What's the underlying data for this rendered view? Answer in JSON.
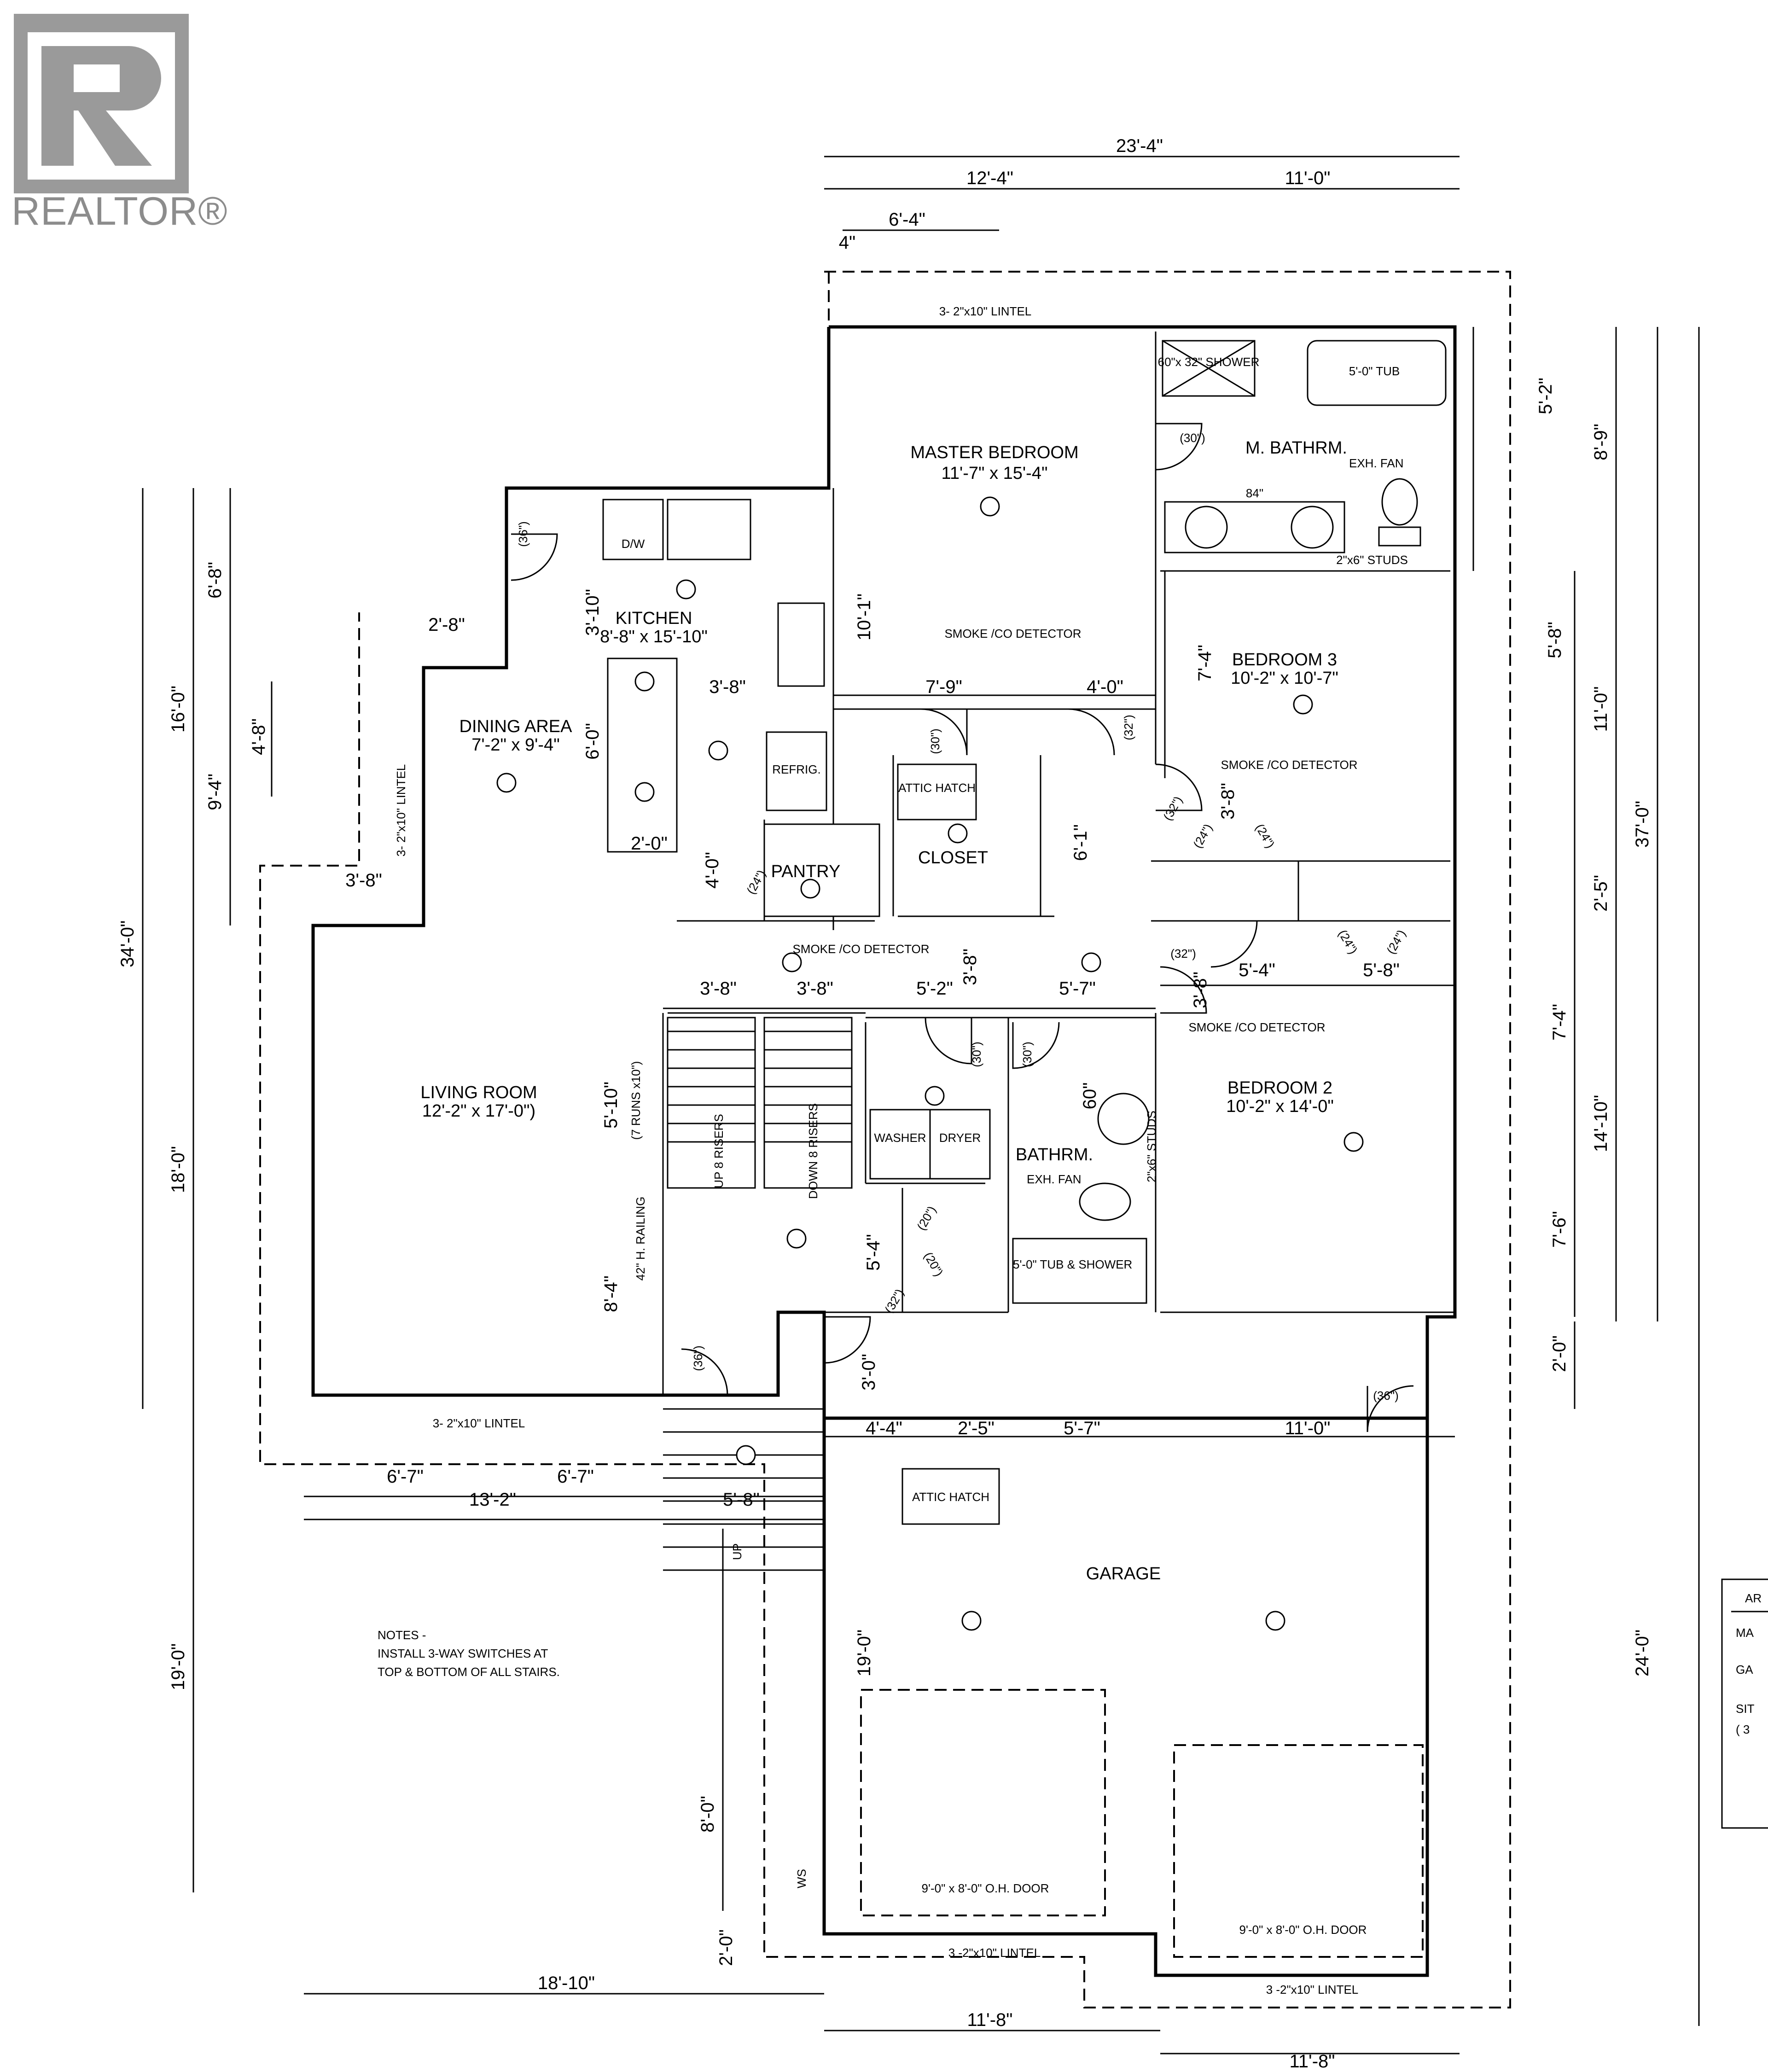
{
  "logo": {
    "text": "REALTOR®"
  },
  "rooms": {
    "master_bedroom": {
      "name": "MASTER BEDROOM",
      "size": "11'-7\" x 15'-4\""
    },
    "m_bathroom": {
      "name": "M. BATHRM."
    },
    "kitchen": {
      "name": "KITCHEN",
      "size": "8'-8\" x 15'-10\""
    },
    "dining": {
      "name": "DINING AREA",
      "size": "7'-2\" x 9'-4\""
    },
    "bedroom3": {
      "name": "BEDROOM 3",
      "size": "10'-2\" x 10'-7\""
    },
    "bedroom2": {
      "name": "BEDROOM 2",
      "size": "10'-2\" x 14'-0\""
    },
    "living": {
      "name": "LIVING ROOM",
      "size": "12'-2\" x 17'-0\")"
    },
    "bathroom": {
      "name": "BATHRM."
    },
    "closet": {
      "name": "CLOSET"
    },
    "pantry": {
      "name": "PANTRY"
    },
    "garage": {
      "name": "GARAGE"
    }
  },
  "fixtures": {
    "shower": "60\"x 32\" SHOWER",
    "tub": "5'-0\" TUB",
    "tub_shower": "5'-0\" TUB & SHOWER",
    "dw": "D/W",
    "refrig": "REFRIG.",
    "washer": "WASHER",
    "dryer": "DRYER",
    "attic_hatch": "ATTIC HATCH",
    "exh_fan": "EXH. FAN",
    "smoke": "SMOKE /CO DETECTOR",
    "up_risers": "UP 8 RISERS",
    "down_risers": "DOWN 8 RISERS",
    "runs": "(7 RUNS x10\")",
    "railing": "42\" H. RAILING",
    "studs_top": "2\"x6\" STUDS",
    "studs_side": "2\"x6\" STUDS",
    "vanity": "84\"",
    "up": "UP",
    "ws": "WS"
  },
  "lintels": {
    "top": "3- 2\"x10\" LINTEL",
    "dining": "3- 2\"x10\" LINTEL",
    "living": "3- 2\"x10\" LINTEL",
    "garage_left": "3 -2\"x10\" LINTEL",
    "garage_right": "3 -2\"x10\" LINTEL"
  },
  "doors": {
    "garage_left": "9'-0\" x 8'-0\" O.H. DOOR",
    "garage_right": "9'-0\" x 8'-0\" O.H. DOOR",
    "d36a": "(36\")",
    "d36b": "(36\")",
    "d36c": "(36\")",
    "d30a": "(30\")",
    "d30b": "(30\")",
    "d30c": "(30\")",
    "d30d": "(30\")",
    "d32a": "(32\")",
    "d32b": "(32\")",
    "d32c": "(32\")",
    "d32d": "(32\")",
    "d24a": "(24\")",
    "d24b": "(24\")",
    "d24c": "(24\")",
    "d24d": "(24\")",
    "d24e": "(24\")",
    "d20a": "(20\")",
    "d20b": "(20\")"
  },
  "notes": {
    "l1": "NOTES -",
    "l2": "INSTALL 3-WAY SWITCHES AT",
    "l3": "TOP & BOTTOM OF ALL STAIRS."
  },
  "area_table": {
    "title": "AR",
    "r1": "MA",
    "r2": "GA",
    "r3": "SIT",
    "r4": "( 3"
  },
  "dimensions": {
    "d_23_4": "23'-4\"",
    "d_12_4": "12'-4\"",
    "d_11_0_top": "11'-0\"",
    "d_6_4": "6'-4\"",
    "d_4": "4\"",
    "d_5_2": "5'-2\"",
    "d_8_9": "8'-9\"",
    "d_5_8_right": "5'-8\"",
    "d_11_0_right": "11'-0\"",
    "d_37_0": "37'-0\"",
    "d_2_5_right": "2'-5\"",
    "d_7_4_right": "7'-4\"",
    "d_14_10": "14'-10\"",
    "d_7_6": "7'-6\"",
    "d_2_0_right": "2'-0\"",
    "d_24_0": "24'-0\"",
    "d_34_0": "34'-0\"",
    "d_16_0": "16'-0\"",
    "d_6_8": "6'-8\"",
    "d_9_4": "9'-4\"",
    "d_18_0": "18'-0\"",
    "d_19_0_left": "19'-0\"",
    "d_4_8": "4'-8\"",
    "d_2_8": "2'-8\"",
    "d_3_8_dining": "3'-8\"",
    "d_3_10": "3'-10\"",
    "d_6_0": "6'-0\"",
    "d_3_8_kitchen": "3'-8\"",
    "d_2_0_kitchen": "2'-0\"",
    "d_4_0_pantry": "4'-0\"",
    "d_10_1": "10'-1\"",
    "d_7_9": "7'-9\"",
    "d_4_0_hall": "4'-0\"",
    "d_6_1": "6'-1\"",
    "d_7_4_b3": "7'-4\"",
    "d_3_8_b3": "3'-8\"",
    "d_3_8_h1": "3'-8\"",
    "d_3_8_h2": "3'-8\"",
    "d_5_2_h": "5'-2\"",
    "d_3_8_v": "3'-8\"",
    "d_5_7_h": "5'-7\"",
    "d_5_4_h": "5'-4\"",
    "d_5_8_h": "5'-8\"",
    "d_3_8_b2": "3'-8\"",
    "d_5_10": "5'-10\"",
    "d_8_4": "8'-4\"",
    "d_5_4_v": "5'-4\"",
    "d_3_0": "3'-0\"",
    "d_60": "60\"",
    "d_6_7_a": "6'-7\"",
    "d_6_7_b": "6'-7\"",
    "d_13_2": "13'-2\"",
    "d_5_8_b": "5'-8\"",
    "d_4_4": "4'-4\"",
    "d_2_5_b": "2'-5\"",
    "d_5_7_b": "5'-7\"",
    "d_11_0_b": "11'-0\"",
    "d_19_0_g": "19'-0\"",
    "d_8_0": "8'-0\"",
    "d_2_0_bottom": "2'-0\"",
    "d_18_10": "18'-10\"",
    "d_11_8_a": "11'-8\"",
    "d_11_8_b": "11'-8\""
  }
}
